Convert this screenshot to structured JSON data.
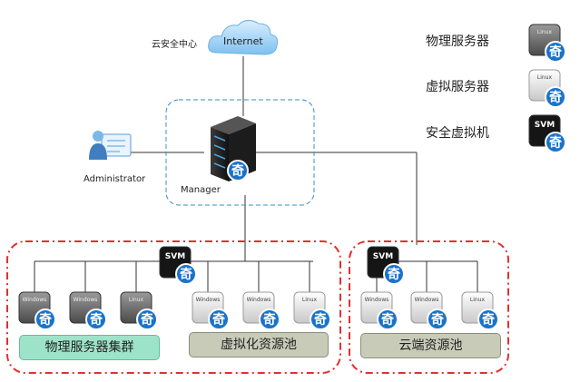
{
  "cloud": {
    "label": "Internet",
    "caption": "云安全中心"
  },
  "manager": {
    "label": "Manager"
  },
  "admin": {
    "label": "Administrator"
  },
  "legend": [
    {
      "label": "物理服务器",
      "os": "Linux",
      "kind": "physical"
    },
    {
      "label": "虚拟服务器",
      "os": "Linux",
      "kind": "virtual"
    },
    {
      "label": "安全虚拟机",
      "os": "SVM",
      "kind": "svm"
    }
  ],
  "groups": {
    "physical": {
      "label": "物理服务器集群",
      "servers": [
        "Windows",
        "Windows",
        "Linux"
      ]
    },
    "virtual": {
      "label": "虚拟化资源池",
      "servers": [
        "Windows",
        "Windows",
        "Linux"
      ]
    },
    "cloud": {
      "label": "云端资源池",
      "servers": [
        "Windows",
        "Windows",
        "Linux"
      ]
    }
  },
  "svm_label": "SVM",
  "badge_char": "奇",
  "colors": {
    "badge": "#1a73c9",
    "physical_pool": "#9de3c9",
    "virtual_pool": "#c9cbb9",
    "dashed_red": "#e23030",
    "dashed_blue": "#3a8fbf"
  }
}
